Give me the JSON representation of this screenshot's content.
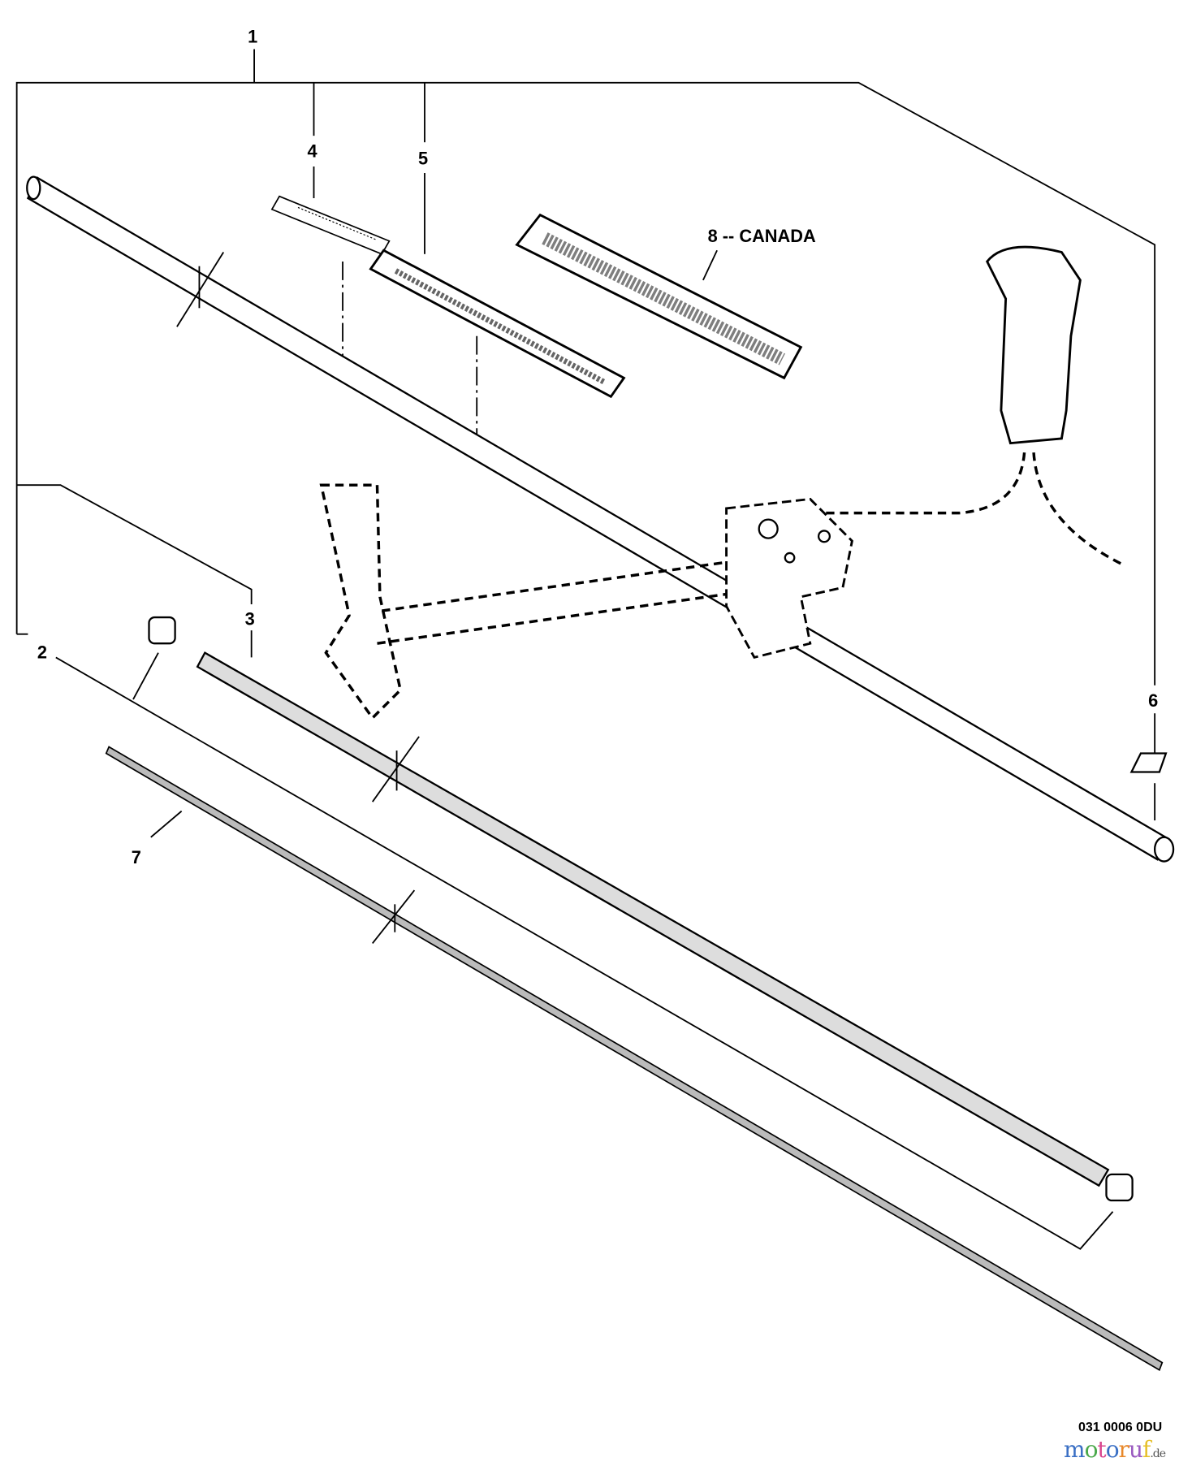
{
  "callouts": {
    "c1": "1",
    "c2": "2",
    "c3": "3",
    "c4": "4",
    "c5": "5",
    "c6": "6",
    "c7": "7",
    "c8": "8 -- CANADA"
  },
  "footer": {
    "drawing_code": "031 0006 0DU",
    "watermark": "motoruf",
    "watermark_tld": ".de"
  },
  "colors": {
    "ink": "#000000",
    "background": "#ffffff"
  }
}
